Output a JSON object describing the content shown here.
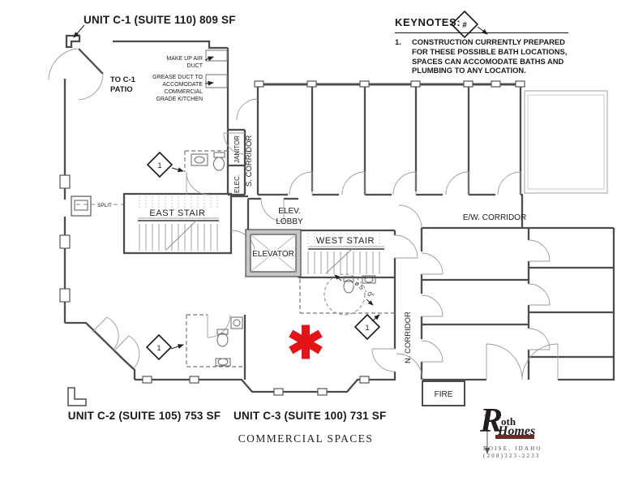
{
  "titles": {
    "unit_c1": "UNIT C-1 (SUITE 110) 809 SF",
    "unit_c2": "UNIT C-2 (SUITE 105) 753 SF",
    "unit_c3": "UNIT C-3 (SUITE 100) 731 SF",
    "sheet": "COMMERCIAL SPACES"
  },
  "rooms": {
    "east_stair": "EAST STAIR",
    "west_stair": "WEST STAIR",
    "elevator": "ELEVATOR",
    "elev_lobby_line1": "ELEV.",
    "elev_lobby_line2": "LOBBY",
    "ew_corridor": "E/W. CORRIDOR",
    "s_corridor": "S. CORRIDOR",
    "n_corridor": "N. CORRIDOR",
    "elec": "ELEC.",
    "janitor": "JANITOR",
    "fire": "FIRE"
  },
  "annotations": {
    "to_c1_line1": "TO C-1",
    "to_c1_line2": "PATIO",
    "makeup_line1": "MAKE UP AIR",
    "makeup_line2": "DUCT",
    "grease_line1": "GREASE DUCT TO",
    "grease_line2": "ACCOMODATE",
    "grease_line3": "COMMERCIAL",
    "grease_line4": "GRADE KITCHEN",
    "split": "SPLIT",
    "radius_note": "ø 5' - 0\"",
    "keynote_ref": "1"
  },
  "keynotes": {
    "heading": "KEYNOTES:",
    "symbol": "#",
    "items": [
      {
        "num": "1.",
        "text": "CONSTRUCTION CURRENTLY PREPARED FOR THESE POSSIBLE BATH LOCATIONS, SPACES CAN ACCOMODATE BATHS AND PLUMBING TO ANY LOCATION."
      }
    ]
  },
  "logo": {
    "r": "R",
    "oth": "oth",
    "homes": "Homes",
    "city": "BOISE, IDAHO",
    "phone": "(208)323-2233"
  },
  "colors": {
    "asterisk": "#e41318",
    "logo_bar": "#6d2a24"
  }
}
